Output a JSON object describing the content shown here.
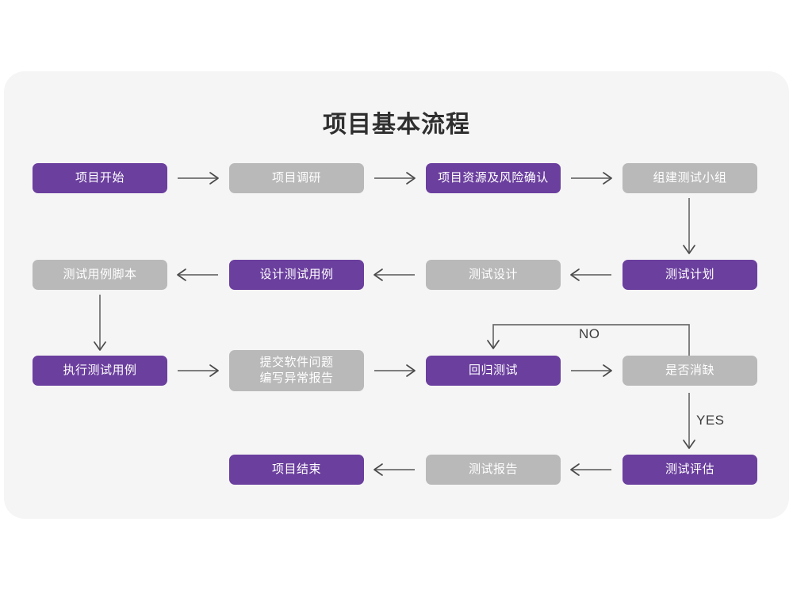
{
  "diagram": {
    "title": "项目基本流程",
    "colors": {
      "purple": "#6b3f9e",
      "gray": "#b9b9b9",
      "card_background": "#f5f5f5",
      "page_background": "#ffffff",
      "arrow": "#6d6d6d",
      "title_text": "#2f2f2f",
      "node_text": "#ffffff"
    },
    "rows": [
      {
        "row": 1,
        "nodes": [
          {
            "id": "n1",
            "label": "项目开始",
            "style": "purple"
          },
          {
            "id": "n2",
            "label": "项目调研",
            "style": "gray"
          },
          {
            "id": "n3",
            "label": "项目资源及风险确认",
            "style": "purple"
          },
          {
            "id": "n4",
            "label": "组建测试小组",
            "style": "gray"
          }
        ]
      },
      {
        "row": 2,
        "nodes": [
          {
            "id": "n5",
            "label": "测试用例脚本",
            "style": "gray"
          },
          {
            "id": "n6",
            "label": "设计测试用例",
            "style": "purple"
          },
          {
            "id": "n7",
            "label": "测试设计",
            "style": "gray"
          },
          {
            "id": "n8",
            "label": "测试计划",
            "style": "purple"
          }
        ]
      },
      {
        "row": 3,
        "nodes": [
          {
            "id": "n9",
            "label": "执行测试用例",
            "style": "purple"
          },
          {
            "id": "n10",
            "label": "提交软件问题\n编写异常报告",
            "style": "gray"
          },
          {
            "id": "n11",
            "label": "回归测试",
            "style": "purple"
          },
          {
            "id": "n12",
            "label": "是否消缺",
            "style": "gray"
          }
        ]
      },
      {
        "row": 4,
        "nodes": [
          {
            "id": "n13",
            "label": "项目结束",
            "style": "purple"
          },
          {
            "id": "n14",
            "label": "测试报告",
            "style": "gray"
          },
          {
            "id": "n15",
            "label": "测试评估",
            "style": "purple"
          }
        ]
      }
    ],
    "edge_labels": [
      {
        "id": "e-no",
        "label": "NO"
      },
      {
        "id": "e-yes",
        "label": "YES"
      }
    ]
  }
}
